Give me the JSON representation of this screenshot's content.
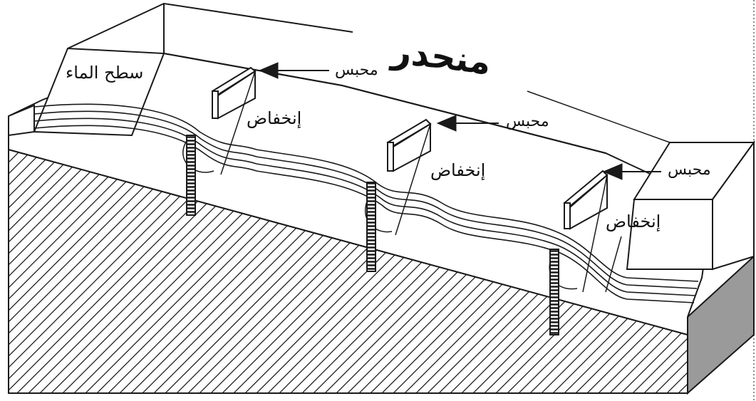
{
  "title": "منحدر",
  "water_surface": "سطح الماء",
  "check_dams": [
    "محبس",
    "محبس",
    "محبس"
  ],
  "depressions": [
    "إنخفاض",
    "إنخفاض",
    "إنخفاض"
  ],
  "colors": {
    "line": "#1a1a1a",
    "shade": "#9a9a9a",
    "background": "#ffffff"
  }
}
